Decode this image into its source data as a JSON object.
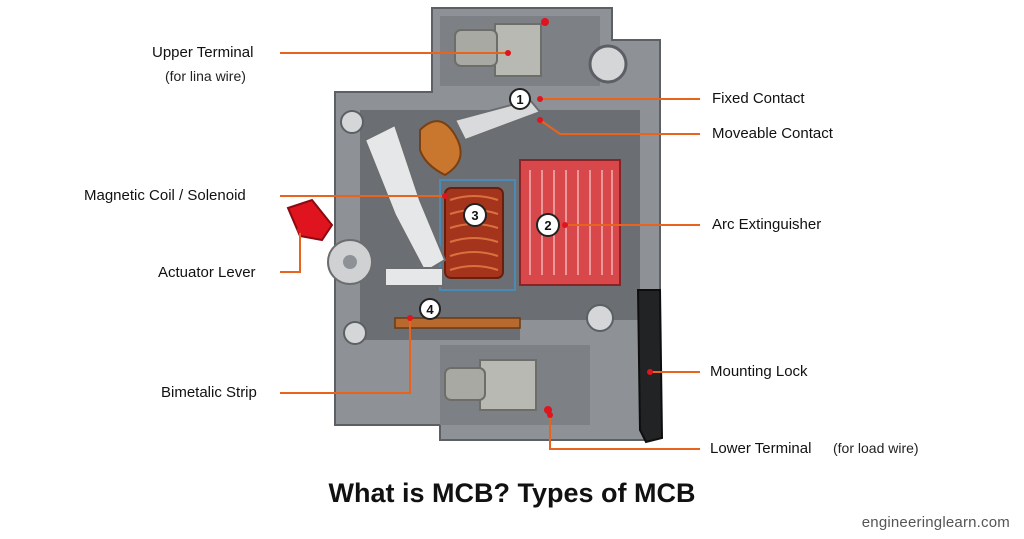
{
  "labels": {
    "upper_terminal": "Upper Terminal",
    "upper_terminal_note": "(for lina wire)",
    "fixed_contact": "Fixed Contact",
    "moveable_contact": "Moveable Contact",
    "magnetic_coil": "Magnetic Coil / Solenoid",
    "arc_extinguisher": "Arc Extinguisher",
    "actuator_lever": "Actuator Lever",
    "mounting_lock": "Mounting Lock",
    "bimetalic_strip": "Bimetalic Strip",
    "lower_terminal": "Lower Terminal",
    "lower_terminal_note": "(for load wire)"
  },
  "markers": [
    "1",
    "2",
    "3",
    "4"
  ],
  "title": "What is MCB? Types of MCB",
  "credit": "engineeringlearn.com",
  "colors": {
    "leader": "#e8641e",
    "housing": "#8e9296",
    "arc_chute": "#d8474a",
    "coil": "#a5341c",
    "lever_red": "#e0141e"
  }
}
